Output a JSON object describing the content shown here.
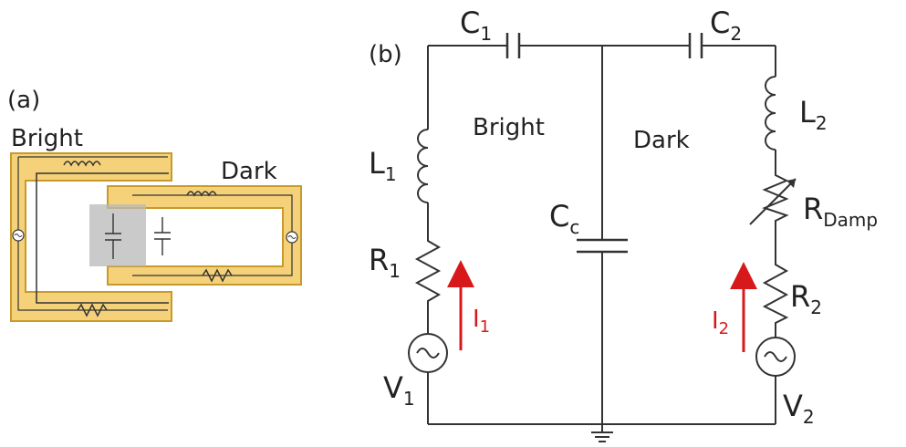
{
  "panel_a": {
    "label": "(a)",
    "bright": "Bright",
    "dark": "Dark"
  },
  "panel_b": {
    "label": "(b)",
    "bright": "Bright",
    "dark": "Dark",
    "components": {
      "C1": {
        "main": "C",
        "sub": "1"
      },
      "C2": {
        "main": "C",
        "sub": "2"
      },
      "L1": {
        "main": "L",
        "sub": "1"
      },
      "L2": {
        "main": "L",
        "sub": "2"
      },
      "R1": {
        "main": "R",
        "sub": "1"
      },
      "R2": {
        "main": "R",
        "sub": "2"
      },
      "Rdamp": {
        "main": "R",
        "sub": "Damp"
      },
      "Cc": {
        "main": "C",
        "sub": "c"
      },
      "V1": {
        "main": "V",
        "sub": "1"
      },
      "V2": {
        "main": "V",
        "sub": "2"
      }
    },
    "currents": {
      "I1": {
        "main": "I",
        "sub": "1"
      },
      "I2": {
        "main": "I",
        "sub": "2"
      }
    }
  },
  "colors": {
    "wire": "#333333",
    "gold_fill": "#f5d27a",
    "gold_stroke": "#c79a2a",
    "overlap": "#b8b8b8",
    "current_arrow": "#d7191c"
  }
}
